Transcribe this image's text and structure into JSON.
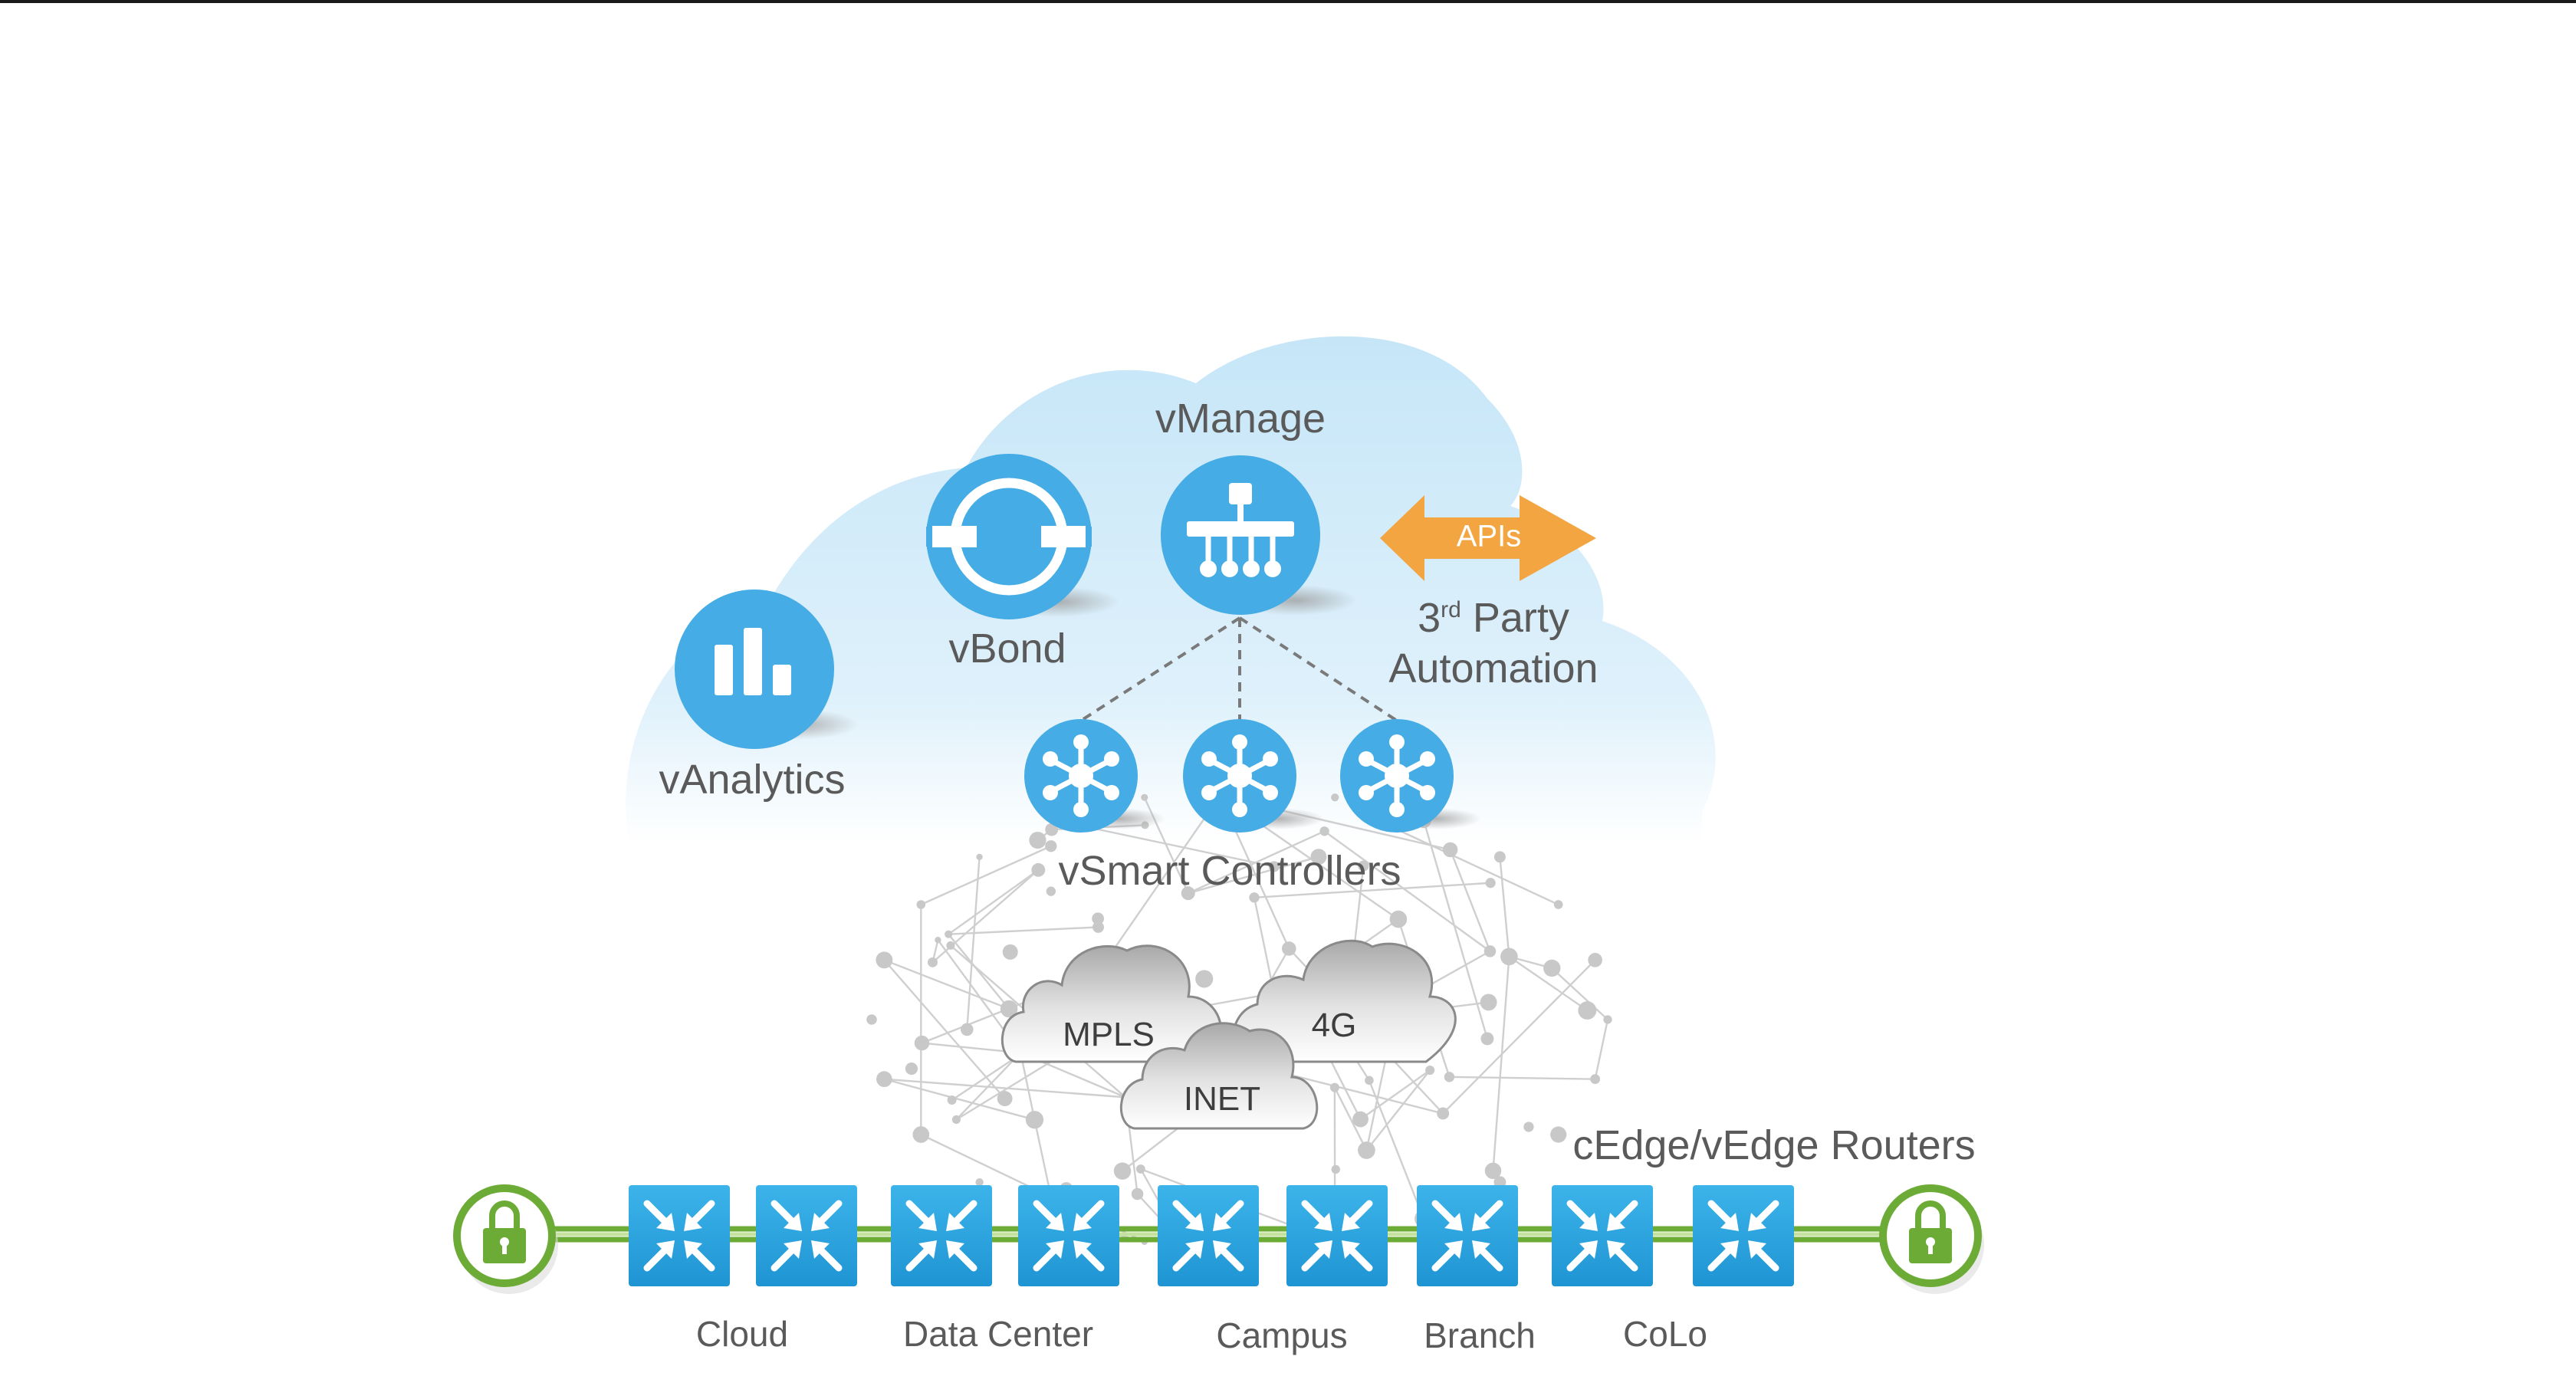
{
  "controllers": {
    "vmanage": "vManage",
    "vbond": "vBond",
    "vanalytics": "vAnalytics",
    "vsmart": "vSmart Controllers"
  },
  "apis": {
    "label": "APIs",
    "automation_number": "3",
    "automation_suffix": "rd",
    "automation_word": "Party",
    "automation_line2": "Automation"
  },
  "transports": {
    "mpls": "MPLS",
    "inet": "INET",
    "fourg": "4G"
  },
  "routers_label": "cEdge/vEdge Routers",
  "sites": [
    "Cloud",
    "Data Center",
    "Campus",
    "Branch",
    "CoLo"
  ],
  "colors": {
    "controller_blue": "#45ace5",
    "router_blue": "#2aa5e2",
    "cloud_blue": "#cde9f8",
    "api_orange": "#f2a541",
    "lock_green": "#6bab36",
    "text_gray": "#5a5a5a"
  },
  "icons": {
    "vmanage": "hierarchy-icon",
    "vbond": "circular-arrows-icon",
    "vanalytics": "bar-chart-icon",
    "vsmart": "hub-spoke-icon",
    "router": "crossed-arrows-icon",
    "lock": "padlock-icon"
  }
}
